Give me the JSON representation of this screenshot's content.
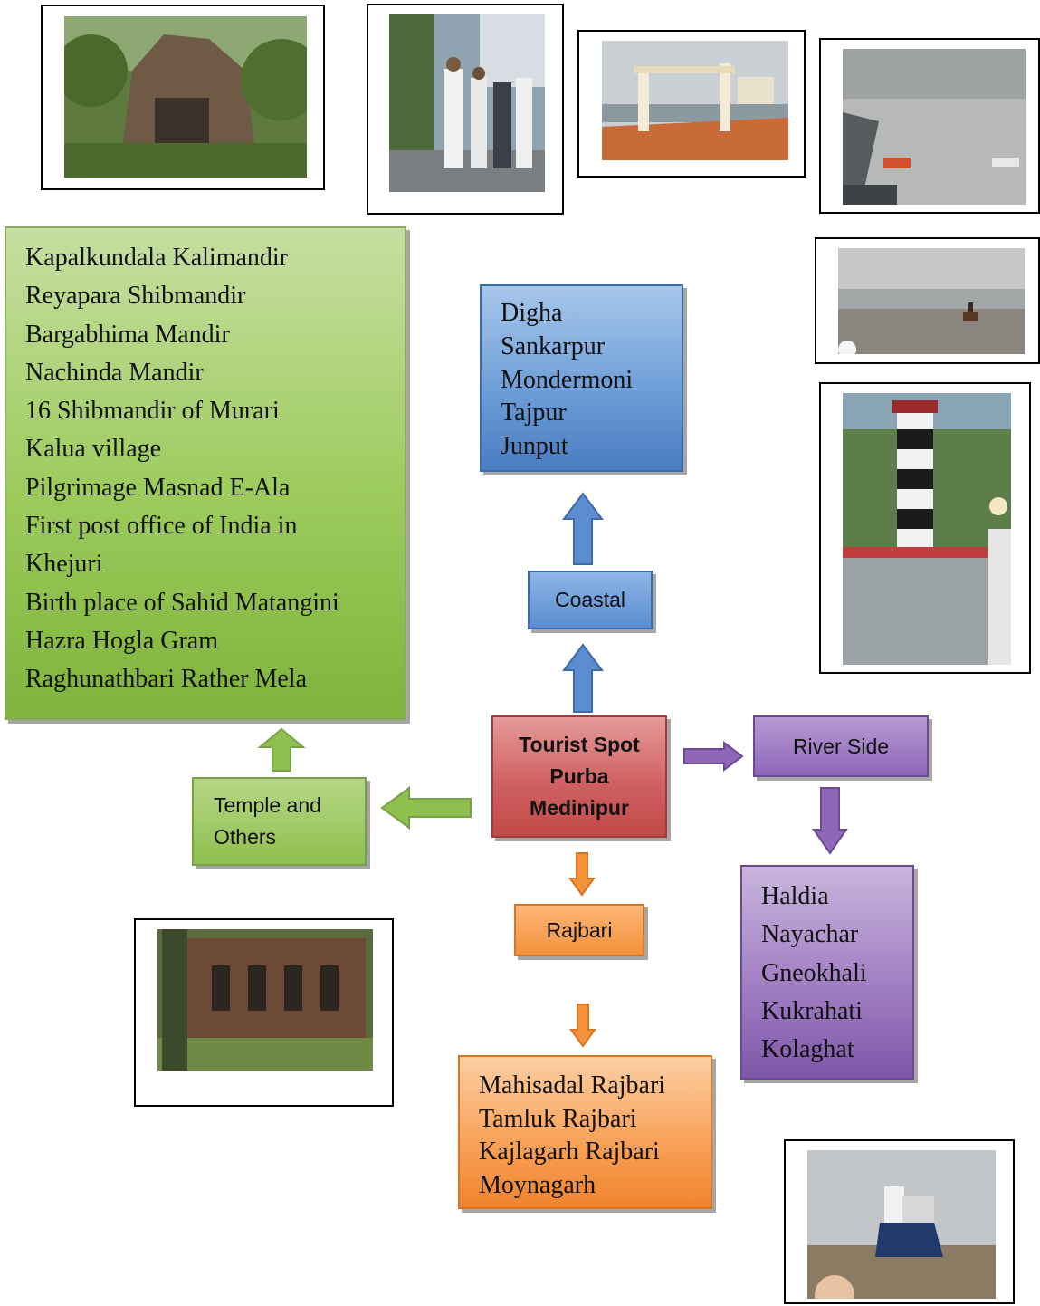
{
  "center": {
    "lines": [
      "Tourist Spot",
      "Purba",
      "Medinipur"
    ]
  },
  "categories": {
    "coastal": {
      "label": "Coastal"
    },
    "river": {
      "label": "River Side"
    },
    "rajbari": {
      "label": "Rajbari"
    },
    "temple": {
      "lines": [
        "Temple and",
        "Others"
      ]
    }
  },
  "lists": {
    "coastal": [
      "Digha",
      "Sankarpur",
      "Mondermoni",
      "Tajpur",
      "Junput"
    ],
    "river": [
      "Haldia",
      "Nayachar",
      "Gneokhali",
      "Kukrahati",
      "Kolaghat"
    ],
    "rajbari": [
      "Mahisadal Rajbari",
      "Tamluk Rajbari",
      "Kajlagarh Rajbari",
      "Moynagarh"
    ],
    "temple": [
      "Kapalkundala Kalimandir",
      "Reyapara Shibmandir",
      "Bargabhima Mandir",
      "Nachinda Mandir",
      "16 Shibmandir of Murari",
      "Kalua village",
      "Pilgrimage Masnad E-Ala",
      "First post office of India in",
      "Khejuri",
      "Birth place of Sahid Matangini",
      "Hazra Hogla Gram",
      "Raghunathbari Rather Mela"
    ]
  },
  "colors": {
    "green": "#9bbb59",
    "blue": "#4f81bd",
    "purple": "#8064a2",
    "orange": "#f79646",
    "red": "#c0504d"
  },
  "photos": [
    "temple-ruin-photo",
    "pilgrims-crowd-photo",
    "sea-gate-photo",
    "river-boats-photo",
    "beach-horse-photo",
    "lighthouse-photo",
    "rajbari-ruin-photo",
    "cargo-ship-photo"
  ]
}
